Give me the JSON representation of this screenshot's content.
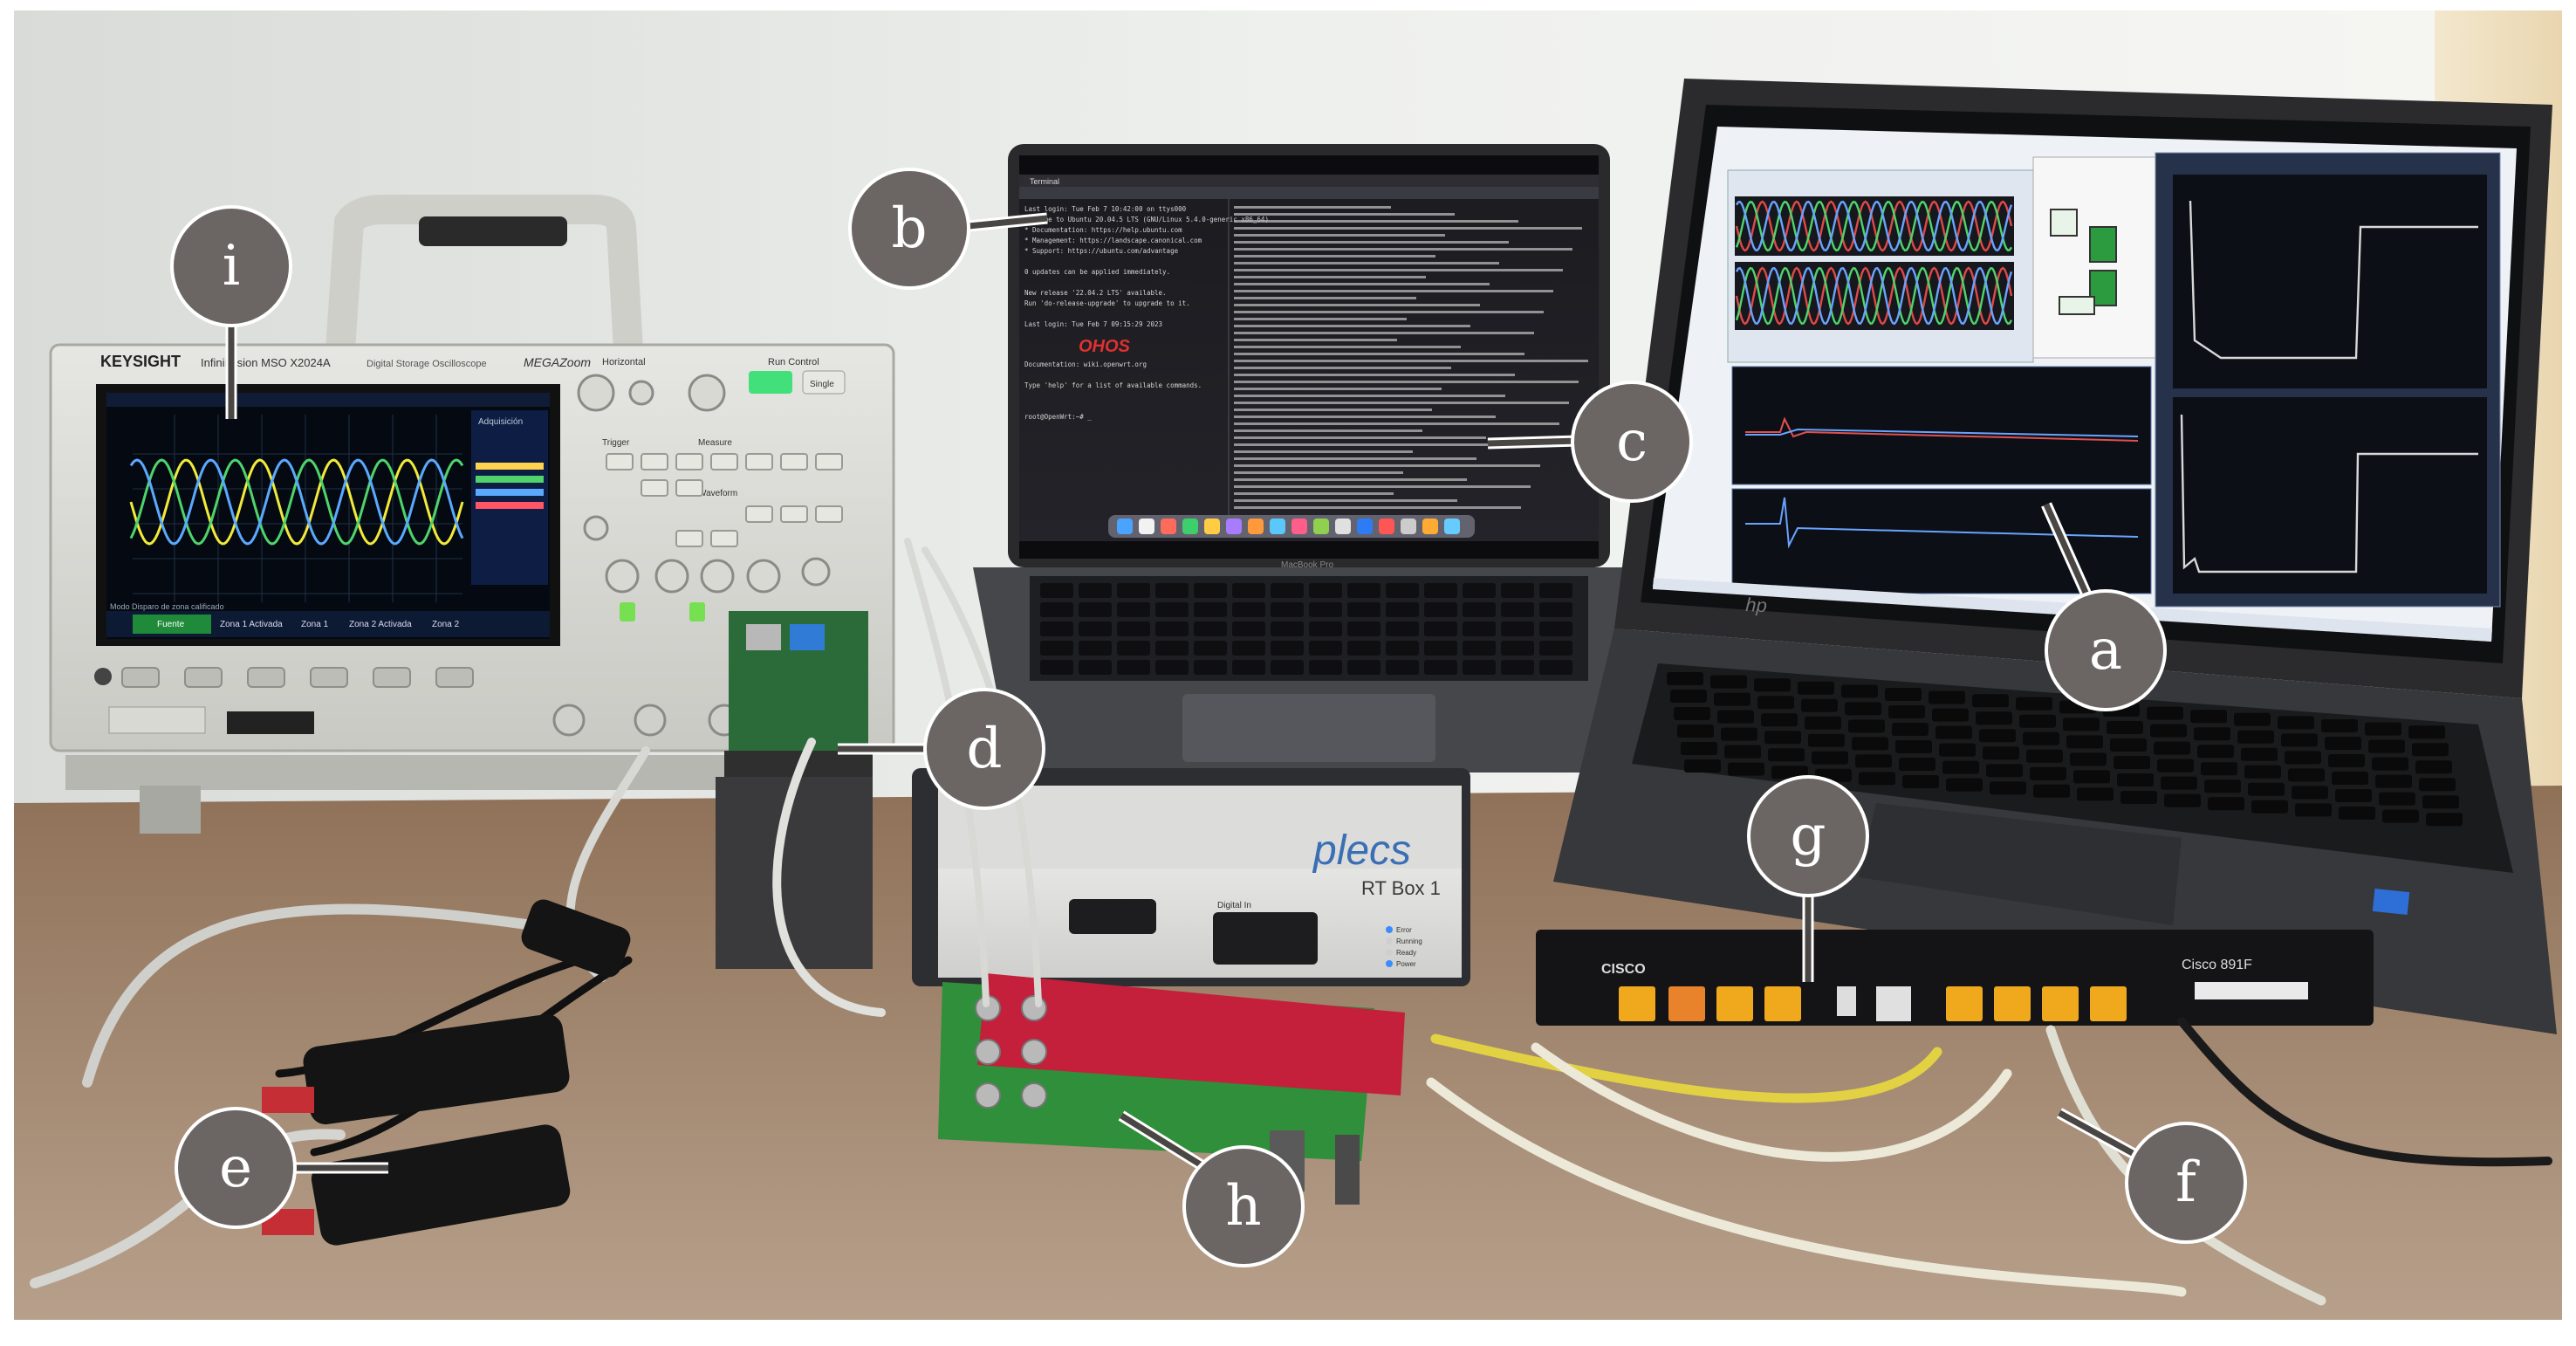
{
  "callouts": {
    "a": "a",
    "b": "b",
    "c": "c",
    "d": "d",
    "e": "e",
    "f": "f",
    "g": "g",
    "h": "h",
    "i": "i"
  },
  "oscilloscope": {
    "brand": "KEYSIGHT",
    "model": "InfiniiVision MSO X2024A",
    "subtitle": "Digital Storage Oscilloscope",
    "logo": "MEGAZoom",
    "horizontal": "Horizontal",
    "trigger": "Trigger",
    "run_control": "Run Control",
    "measure": "Measure",
    "waveform": "Waveform",
    "single": "Single",
    "acquisition": "Adquisición",
    "bottom_menu": [
      "Fuente",
      "Zona 1 Activada",
      "Zona 1",
      "Zona 2 Activada",
      "Zona 2"
    ],
    "bottom_status": "Modo Disparo de zona calificado"
  },
  "laptop_center": {
    "model": "MacBook Pro",
    "terminal_title": "Terminal",
    "term_left": [
      "Last login: Tue Feb  7 10:42:00 on ttys000",
      "Welcome to Ubuntu 20.04.5 LTS (GNU/Linux 5.4.0-generic x86_64)",
      " * Documentation:  https://help.ubuntu.com",
      " * Management:     https://landscape.canonical.com",
      " * Support:        https://ubuntu.com/advantage",
      "",
      "0 updates can be applied immediately.",
      "",
      "New release '22.04.2 LTS' available.",
      "Run 'do-release-upgrade' to upgrade to it.",
      "",
      "Last login: Tue Feb  7 09:15:29 2023",
      "",
      "Documentation:  wiki.openwrt.org",
      "",
      "Type 'help' for a list of available commands.",
      "",
      "root@OpenWrt:~# _"
    ],
    "brand_glyph": "OHOS"
  },
  "laptop_right": {
    "brand": "hp"
  },
  "plecs": {
    "logo": "plecs",
    "model": "RT Box 1",
    "digital_in": "Digital In",
    "leds": [
      "Error",
      "Running",
      "Ready",
      "Power"
    ]
  },
  "router": {
    "brand": "CISCO",
    "model": "Cisco 891F"
  },
  "colors": {
    "wall": "#ebebea",
    "desk": "#9a7d62",
    "scope_body": "#dcdcd8",
    "trace_yellow": "#f2ea3a",
    "trace_green": "#4fd46b",
    "trace_blue": "#5aa9ff",
    "callout_fill": "#6b6663"
  }
}
